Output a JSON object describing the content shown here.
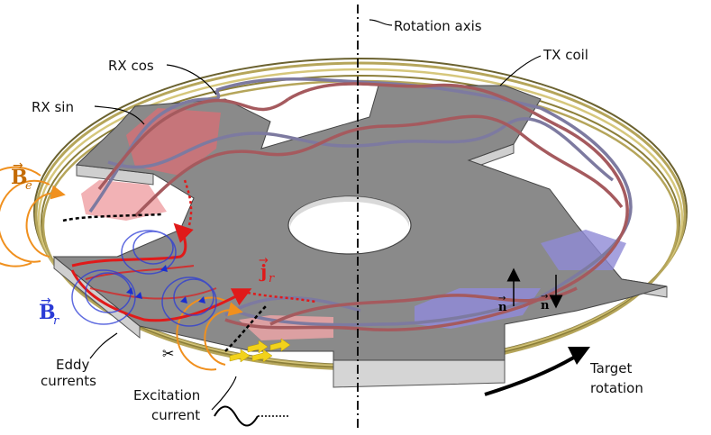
{
  "labels": {
    "rotation_axis": "Rotation axis",
    "tx_coil": "TX coil",
    "rx_cos": "RX cos",
    "rx_sin": "RX sin",
    "eddy_line1": "Eddy",
    "eddy_line2": "currents",
    "excitation_line1": "Excitation",
    "excitation_line2": "current",
    "target_line1": "Target",
    "target_line2": "rotation"
  },
  "math": {
    "be_main": "B",
    "be_sub": "e",
    "br_main": "B",
    "br_sub": "r",
    "jr_main": "j",
    "jr_sub": "r",
    "n": "n"
  },
  "colors": {
    "target_top": "#8a8a8a",
    "target_side": "#cfcfcf",
    "tx_coil": "#b5a55a",
    "rx_cos": "#7d7aa0",
    "rx_sin": "#a55a5e",
    "pink_region": "#f0a5a8",
    "blue_region": "#8f8ad6",
    "excitation_field": "#f0901e",
    "eddy_current": "#e01a1a",
    "reaction_field": "#2b3bd6",
    "excitation_arrow": "#f2d21a"
  }
}
